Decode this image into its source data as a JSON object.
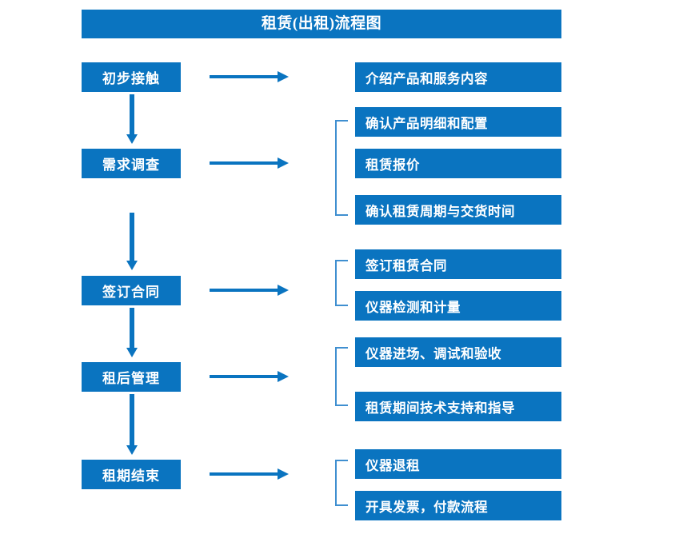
{
  "chart_data": {
    "type": "diagram",
    "title": "租赁(出租)流程图",
    "stages": [
      {
        "label": "初步接触",
        "details": [
          "介绍产品和服务内容"
        ],
        "bracketed": false
      },
      {
        "label": "需求调查",
        "details": [
          "确认产品明细和配置",
          "租赁报价",
          "确认租赁周期与交货时间"
        ],
        "bracketed": true
      },
      {
        "label": "签订合同",
        "details": [
          "签订租赁合同",
          "仪器检测和计量"
        ],
        "bracketed": true
      },
      {
        "label": "租后管理",
        "details": [
          "仪器进场、调试和验收",
          "租赁期间技术支持和指导"
        ],
        "bracketed": true
      },
      {
        "label": "租期结束",
        "details": [
          "仪器退租",
          "开具发票，付款流程"
        ],
        "bracketed": true
      }
    ]
  },
  "title": {
    "text": "租赁(出租)流程图"
  },
  "stages": [
    {
      "label": "初步接触"
    },
    {
      "label": "需求调查"
    },
    {
      "label": "签订合同"
    },
    {
      "label": "租后管理"
    },
    {
      "label": "租期结束"
    }
  ],
  "details": [
    {
      "label": "介绍产品和服务内容"
    },
    {
      "label": "确认产品明细和配置"
    },
    {
      "label": "租赁报价"
    },
    {
      "label": "确认租赁周期与交货时间"
    },
    {
      "label": "签订租赁合同"
    },
    {
      "label": "仪器检测和计量"
    },
    {
      "label": "仪器进场、调试和验收"
    },
    {
      "label": "租赁期间技术支持和指导"
    },
    {
      "label": "仪器退租"
    },
    {
      "label": "开具发票，付款流程"
    }
  ],
  "colors": {
    "primary": "#0a74c0",
    "bracket": "#3f8fd0",
    "text_on_primary": "#ffffff",
    "background": "#ffffff"
  }
}
